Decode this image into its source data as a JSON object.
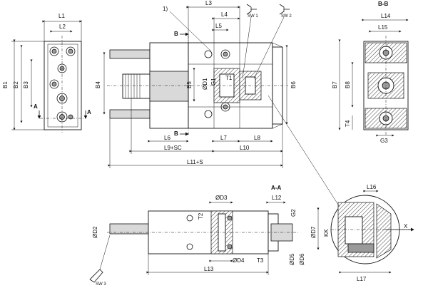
{
  "labels": {
    "L1": "L1",
    "L2": "L2",
    "L3": "L3",
    "L4": "L4",
    "L5": "L5",
    "L6": "L6",
    "L7": "L7",
    "L8": "L8",
    "L9SC": "L9+SC",
    "L10": "L10",
    "L11S": "L11+S",
    "L12": "L12",
    "L13": "L13",
    "L14": "L14",
    "L15": "L15",
    "L16": "L16",
    "L17": "L17",
    "B1": "B1",
    "B2": "B2",
    "B3": "B3",
    "B4": "B4",
    "B5": "B5",
    "B6": "B6",
    "B7": "B7",
    "B8": "B8",
    "D1": "ØD1",
    "D2": "ØD2",
    "D3": "ØD3",
    "D4": "ØD4",
    "D5": "ØD5",
    "D6": "ØD6",
    "D7": "ØD7",
    "G1": "G1",
    "G2": "G2",
    "G3": "G3",
    "T1": "T1",
    "T2": "T2",
    "T3": "T3",
    "T4": "T4",
    "KK": "KK",
    "X": "X",
    "SW1": "SW 1",
    "SW2": "SW 2",
    "SW3": "SW 3",
    "A": "A",
    "B": "B",
    "AA": "A-A",
    "BB": "B-B",
    "note1": "1)"
  }
}
